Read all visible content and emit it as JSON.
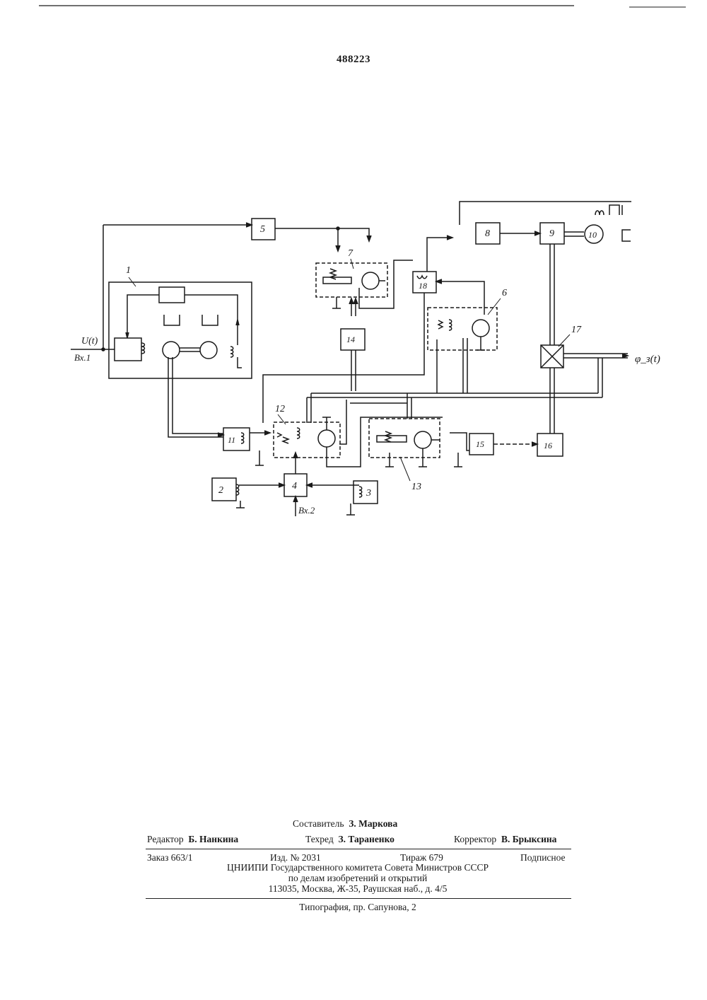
{
  "patent_number": "488223",
  "diagram": {
    "blocks": {
      "b1": "1",
      "b2": "2",
      "b3": "3",
      "b4": "4",
      "b5": "5",
      "b6": "6",
      "b7": "7",
      "b8": "8",
      "b9": "9",
      "b10": "10",
      "b11": "11",
      "b12": "12",
      "b13": "13",
      "b14": "14",
      "b15": "15",
      "b16": "16",
      "b17": "17",
      "b18": "18"
    },
    "input1_signal": "U(t)",
    "input1_label": "Вх.1",
    "input2_label": "Вх.2",
    "output_label": "φ_з(t)"
  },
  "imprint": {
    "compiler_role": "Составитель",
    "compiler_name": "З. Маркова",
    "editor_role": "Редактор",
    "editor_name": "Б. Нанкина",
    "techeditor_role": "Техред",
    "techeditor_name": "З. Тараненко",
    "corrector_role": "Корректор",
    "corrector_name": "В. Брыксина",
    "order": "Заказ 663/1",
    "edition": "Изд. № 2031",
    "print_run": "Тираж 679",
    "subscription": "Подписное",
    "publisher_line1": "ЦНИИПИ Государственного комитета Совета Министров СССР",
    "publisher_line2": "по делам изобретений и открытий",
    "publisher_address": "113035, Москва, Ж-35, Раушская наб., д. 4/5",
    "printer": "Типография, пр. Сапунова, 2"
  }
}
